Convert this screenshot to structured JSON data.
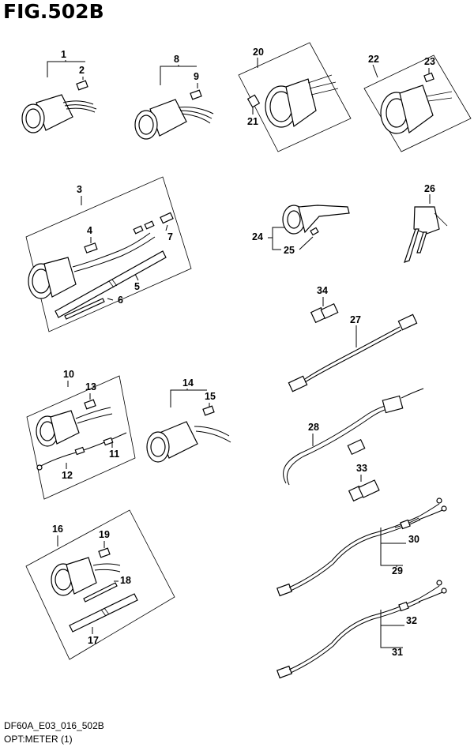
{
  "header": {
    "title": "FIG.502B"
  },
  "footer": {
    "code": "DF60A_E03_016_502B",
    "subtitle": "OPT:METER (1)"
  },
  "callouts": {
    "c1": "1",
    "c2": "2",
    "c3": "3",
    "c4": "4",
    "c5": "5",
    "c6": "6",
    "c7": "7",
    "c8": "8",
    "c9": "9",
    "c10": "10",
    "c11": "11",
    "c12": "12",
    "c13": "13",
    "c14": "14",
    "c15": "15",
    "c16": "16",
    "c17": "17",
    "c18": "18",
    "c19": "19",
    "c20": "20",
    "c21": "21",
    "c22": "22",
    "c23": "23",
    "c24": "24",
    "c25": "25",
    "c26": "26",
    "c27": "27",
    "c28": "28",
    "c29": "29",
    "c30": "30",
    "c31": "31",
    "c32": "32",
    "c33": "33",
    "c34": "34"
  }
}
